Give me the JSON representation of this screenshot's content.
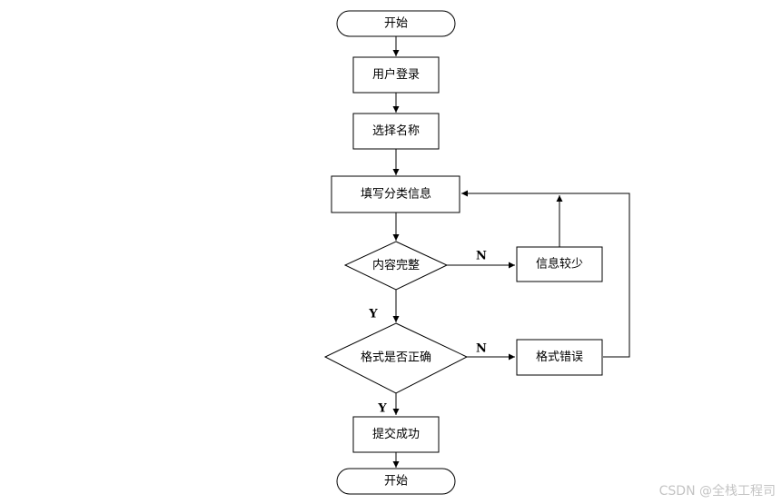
{
  "nodes": {
    "start": "开始",
    "login": "用户登录",
    "select_name": "选择名称",
    "fill_info": "填写分类信息",
    "content_complete": "内容完整",
    "info_less": "信息较少",
    "format_correct": "格式是否正确",
    "format_error": "格式错误",
    "submit_success": "提交成功",
    "end": "开始"
  },
  "edge_labels": {
    "content_no": "N",
    "content_yes": "Y",
    "format_no": "N",
    "format_yes": "Y"
  },
  "watermark": "CSDN @全栈工程司"
}
